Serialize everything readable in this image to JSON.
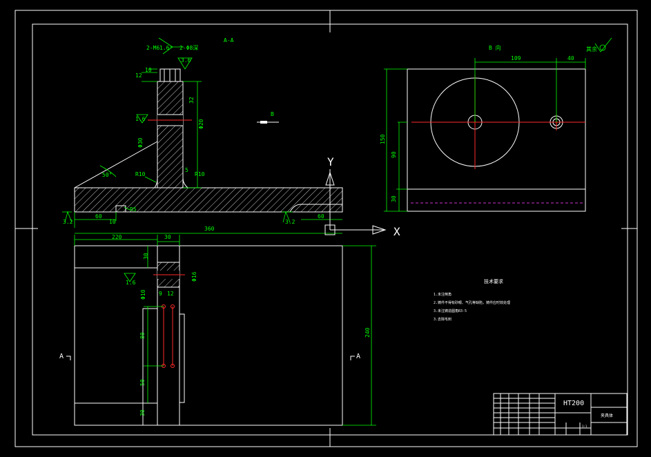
{
  "section_view": {
    "title": "A-A"
  },
  "view_b": {
    "label": "B",
    "title": "B 向"
  },
  "surface_finish": {
    "general": "其余"
  },
  "roughness": {
    "r16": "1.6",
    "r32": "3.2",
    "r36": "3.6"
  },
  "dims": {
    "d_2m6": "2-M6",
    "d_2m6b": "2-Φ8深",
    "d_12": "12",
    "d_10": "10",
    "d_32": "32",
    "d_phi20": "Φ20",
    "d_phi30": "Φ30",
    "d_r10a": "R10",
    "d_r10b": "R10",
    "d_5": "5",
    "d_50deg": "50°",
    "d_r5": "R5",
    "d_60a": "60",
    "d_10b": "10",
    "d_60b": "60",
    "d_360": "360",
    "d_220": "220",
    "d_30a": "30",
    "d_30b": "30",
    "d_phi16": "Φ16",
    "d_phi10": "Φ10",
    "d_9": "9",
    "d_12b": "12",
    "d_80": "80",
    "d_50": "50",
    "d_30c": "30",
    "d_240": "240",
    "b_109": "109",
    "b_40": "40",
    "b_150": "150",
    "b_90": "90",
    "b_30": "30"
  },
  "axes": {
    "x": "X",
    "y": "Y"
  },
  "section_marks": {
    "left": "A",
    "right": "A"
  },
  "notes": {
    "title": "技术要求",
    "items": [
      "1.未注倒角",
      "2.铸件不得有砂眼、气孔等缺陷，铸件应时效处理",
      "3.未注铸造圆角R3-5",
      "3.去除毛刺"
    ]
  },
  "title_block": {
    "material": "HT200",
    "name": "夹具体",
    "scale": "1:1"
  },
  "colors": {
    "background": "#000000",
    "line": "#ffffff",
    "dimension": "#00ff00",
    "center": "#ff2a2a",
    "hidden": "#cc33cc"
  }
}
